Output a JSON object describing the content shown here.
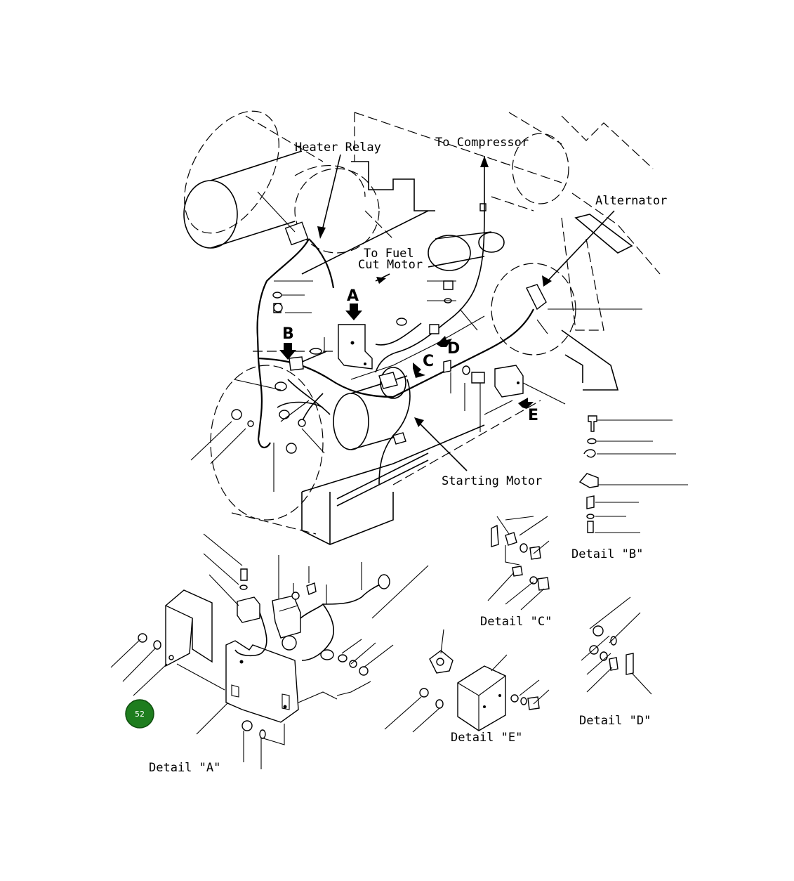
{
  "diagram": {
    "labels": {
      "heater_relay": "Heater Relay",
      "to_compressor": "To Compressor",
      "alternator": "Alternator",
      "to_fuel_line1": "To Fuel",
      "to_fuel_line2": "Cut Motor",
      "starting_motor": "Starting Motor"
    },
    "callout_letters": {
      "a": "A",
      "b": "B",
      "c": "C",
      "d": "D",
      "e": "E"
    },
    "details": {
      "a": "Detail \"A\"",
      "b": "Detail \"B\"",
      "c": "Detail \"C\"",
      "d": "Detail \"D\"",
      "e": "Detail \"E\""
    },
    "badge": {
      "number": "52",
      "color": "#1e7d1e"
    }
  }
}
